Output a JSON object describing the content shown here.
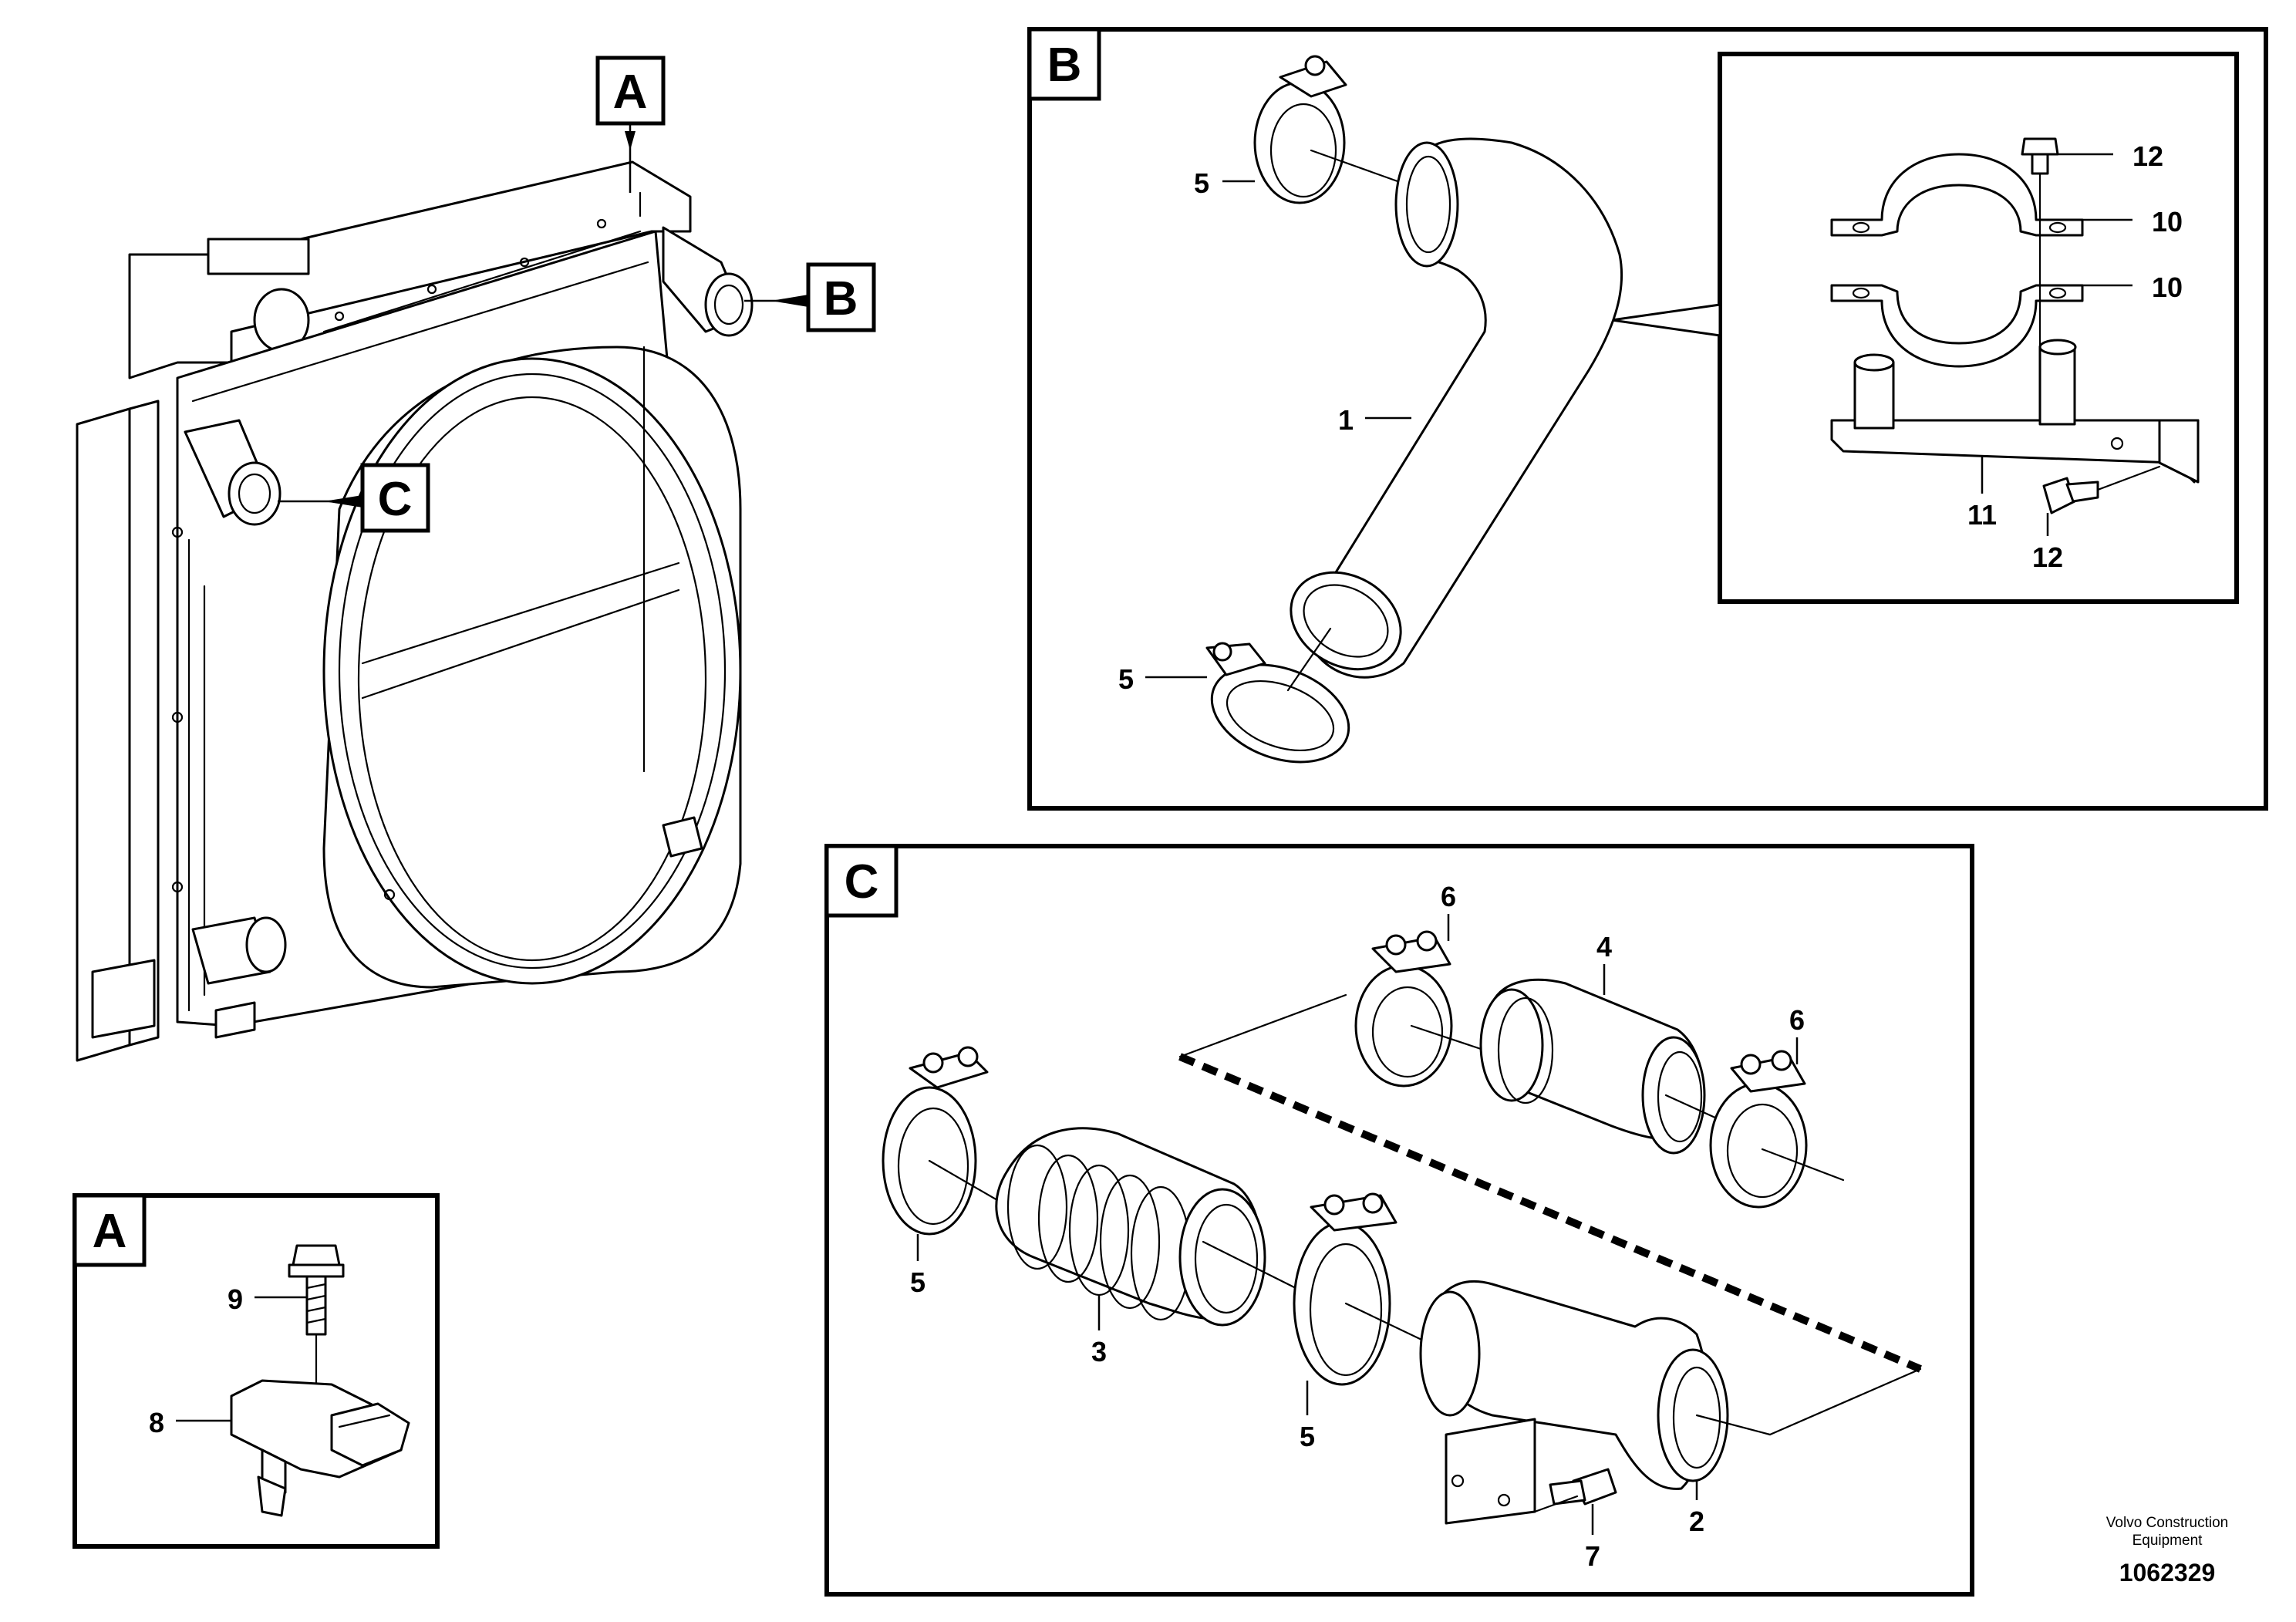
{
  "panels": {
    "main_tags": {
      "a": "A",
      "b": "B",
      "c": "C"
    },
    "panel_a": {
      "letter": "A",
      "callouts": {
        "bolt": "9",
        "sensor": "8"
      }
    },
    "panel_b": {
      "letter": "B",
      "callouts": {
        "clamp_top": "5",
        "pipe": "1",
        "clamp_bottom": "5",
        "bolt_top": "12",
        "clamp_half_upper": "10",
        "clamp_half_lower": "10",
        "bracket": "11",
        "bolt_bottom": "12"
      }
    },
    "panel_c": {
      "letter": "C",
      "callouts": {
        "clamp_left": "5",
        "hose": "3",
        "clamp_mid": "5",
        "clamp_rear_left": "6",
        "pipe_straight": "4",
        "clamp_rear_right": "6",
        "pipe_elbow": "2",
        "bolt": "7"
      }
    }
  },
  "footer": {
    "brand_line1": "Volvo Construction",
    "brand_line2": "Equipment",
    "drawing_number": "1062329"
  }
}
